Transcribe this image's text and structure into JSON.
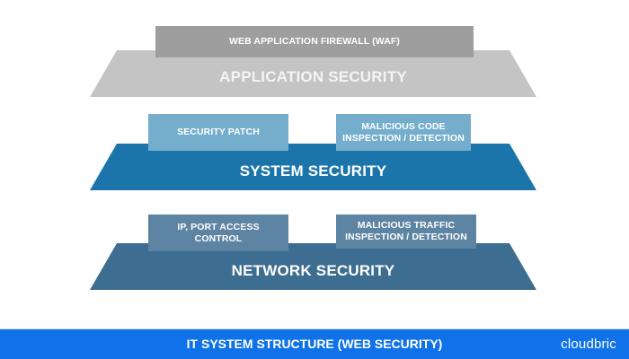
{
  "layers": [
    {
      "title": "APPLICATION SECURITY",
      "color": "#c4c4c4",
      "components": [
        {
          "label": "WEB APPLICATION FIREWALL (WAF)",
          "color": "#9e9e9e"
        }
      ]
    },
    {
      "title": "SYSTEM SECURITY",
      "color": "#1b75ab",
      "components": [
        {
          "label": "SECURITY PATCH",
          "color": "#74aecc"
        },
        {
          "label": "MALICIOUS CODE\nINSPECTION / DETECTION",
          "color": "#74aecc"
        }
      ]
    },
    {
      "title": "NETWORK SECURITY",
      "color": "#3d6d90",
      "components": [
        {
          "label": "IP, PORT ACCESS\nCONTROL",
          "color": "#5d84a2"
        },
        {
          "label": "MALICIOUS TRAFFIC\nINSPECTION / DETECTION",
          "color": "#5d84a2"
        }
      ]
    }
  ],
  "footer": {
    "title": "IT SYSTEM STRUCTURE (WEB SECURITY)",
    "logo": "cloudbric",
    "color": "#0f72e8"
  }
}
